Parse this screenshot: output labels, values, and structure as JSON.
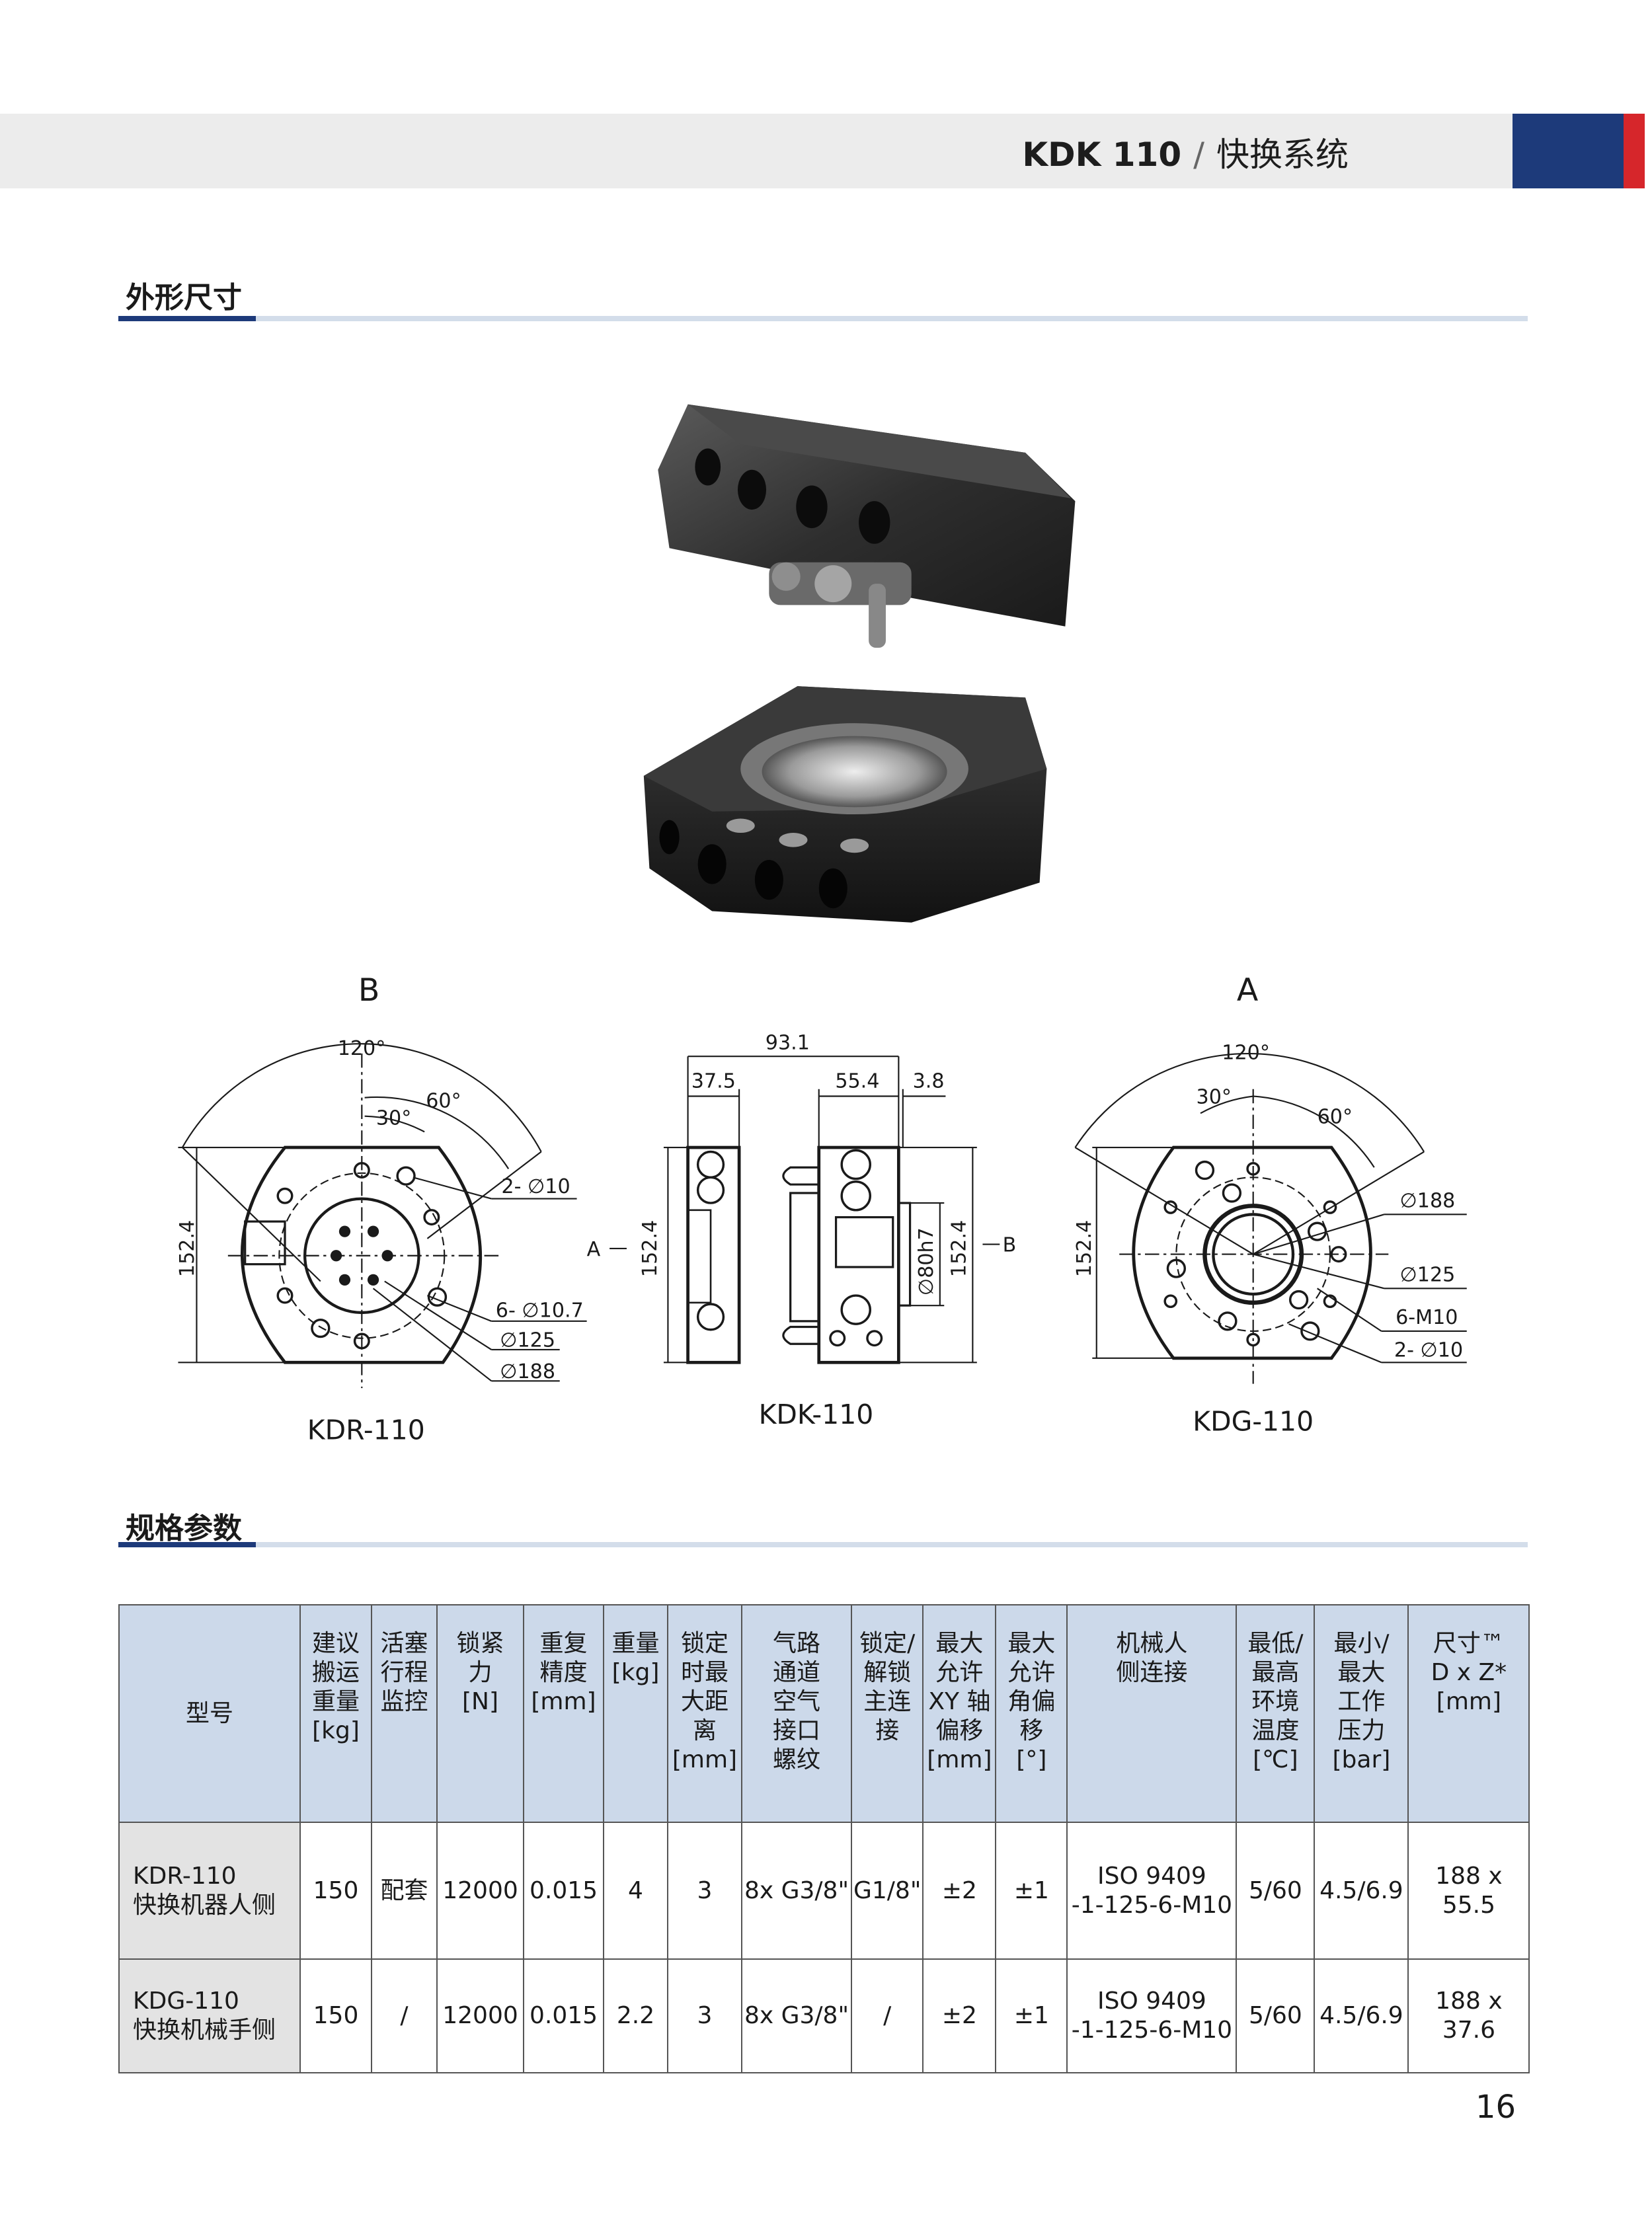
{
  "header": {
    "model": "KDK 110",
    "separator": "/",
    "category": "快换系统"
  },
  "colors": {
    "brand_blue": "#1d3a7a",
    "brand_red": "#d6262b",
    "table_header": "#ccd9ea"
  },
  "sections": {
    "dimensions_title": "外形尺寸",
    "specs_title": "规格参数"
  },
  "drawings": {
    "view_b_label": "B",
    "view_a_label": "A",
    "kdr": {
      "name": "KDR-110",
      "angle_total": "120°",
      "angle_60": "60°",
      "angle_30": "30°",
      "pin_holes": "2- ∅10",
      "holes": "6- ∅10.7",
      "bolt_circle": "∅125",
      "outer_dia": "∅188",
      "height": "152.4"
    },
    "kdk": {
      "name": "KDK-110",
      "overall": "93.1",
      "left_thk": "37.5",
      "right_thk": "55.4",
      "flange": "3.8",
      "height_left": "152.4",
      "height_right": "152.4",
      "spigot": "∅80h7",
      "arrow_a": "A",
      "arrow_b": "B"
    },
    "kdg": {
      "name": "KDG-110",
      "angle_total": "120°",
      "angle_30": "30°",
      "angle_60": "60°",
      "outer_dia": "∅188",
      "bolt_circle": "∅125",
      "threads": "6-M10",
      "pin_holes": "2- ∅10",
      "height": "152.4"
    }
  },
  "table": {
    "headers": [
      "型号",
      "建议\n搬运\n重量\n[kg]",
      "活塞\n行程\n监控",
      "锁紧\n力\n[N]",
      "重复\n精度\n[mm]",
      "重量\n[kg]",
      "锁定\n时最\n大距\n离\n[mm]",
      "气路\n通道\n空气\n接口\n螺纹",
      "锁定/\n解锁\n主连\n接",
      "最大\n允许\nXY 轴\n偏移\n[mm]",
      "最大\n允许\n角偏\n移\n[°]",
      "机械人\n侧连接",
      "最低/\n最高\n环境\n温度\n[℃]",
      "最小/\n最大\n工作\n压力\n[bar]",
      "尺寸™\nD x Z*\n[mm]"
    ],
    "rows": [
      [
        "KDR-110\n快换机器人侧",
        "150",
        "配套",
        "12000",
        "0.015",
        "4",
        "3",
        "8x G3/8\"",
        "G1/8\"",
        "±2",
        "±1",
        "ISO 9409\n-1-125-6-M10",
        "5/60",
        "4.5/6.9",
        "188 x 55.5"
      ],
      [
        "KDG-110\n快换机械手侧",
        "150",
        "/",
        "12000",
        "0.015",
        "2.2",
        "3",
        "8x G3/8\"",
        "/",
        "±2",
        "±1",
        "ISO 9409\n-1-125-6-M10",
        "5/60",
        "4.5/6.9",
        "188 x 37.6"
      ]
    ]
  },
  "page_number": "16"
}
